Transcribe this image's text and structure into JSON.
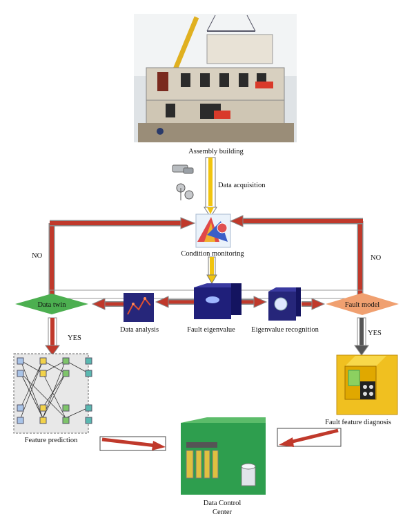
{
  "nodes": {
    "assembly_building": "Assembly building",
    "data_acquisition": "Data acquisition",
    "condition_monitoring": "Condition monitoring",
    "data_twin": "Data twin",
    "fault_model": "Fault model",
    "data_analysis": "Data analysis",
    "fault_eigenvalue": "Fault eigenvalue",
    "eigenvalue_recognition": "Eigenvalue recognition",
    "feature_prediction": "Feature prediction",
    "fault_feature_diagnosis": "Fault feature diagnosis",
    "data_control_center_line1": "Data Control",
    "data_control_center_line2": "Center"
  },
  "branches": {
    "no_left": "NO",
    "no_right": "NO",
    "yes_left": "YES",
    "yes_right": "YES"
  },
  "colors": {
    "arrow_red": "#c0392b",
    "arrow_yellow": "#f1c40f",
    "diamond_green": "#4caf50",
    "diamond_orange": "#f0a070",
    "board_green": "#1e8e3e",
    "panel_navy": "#1f1f7a",
    "diagnosis_yellow": "#e8b800"
  }
}
